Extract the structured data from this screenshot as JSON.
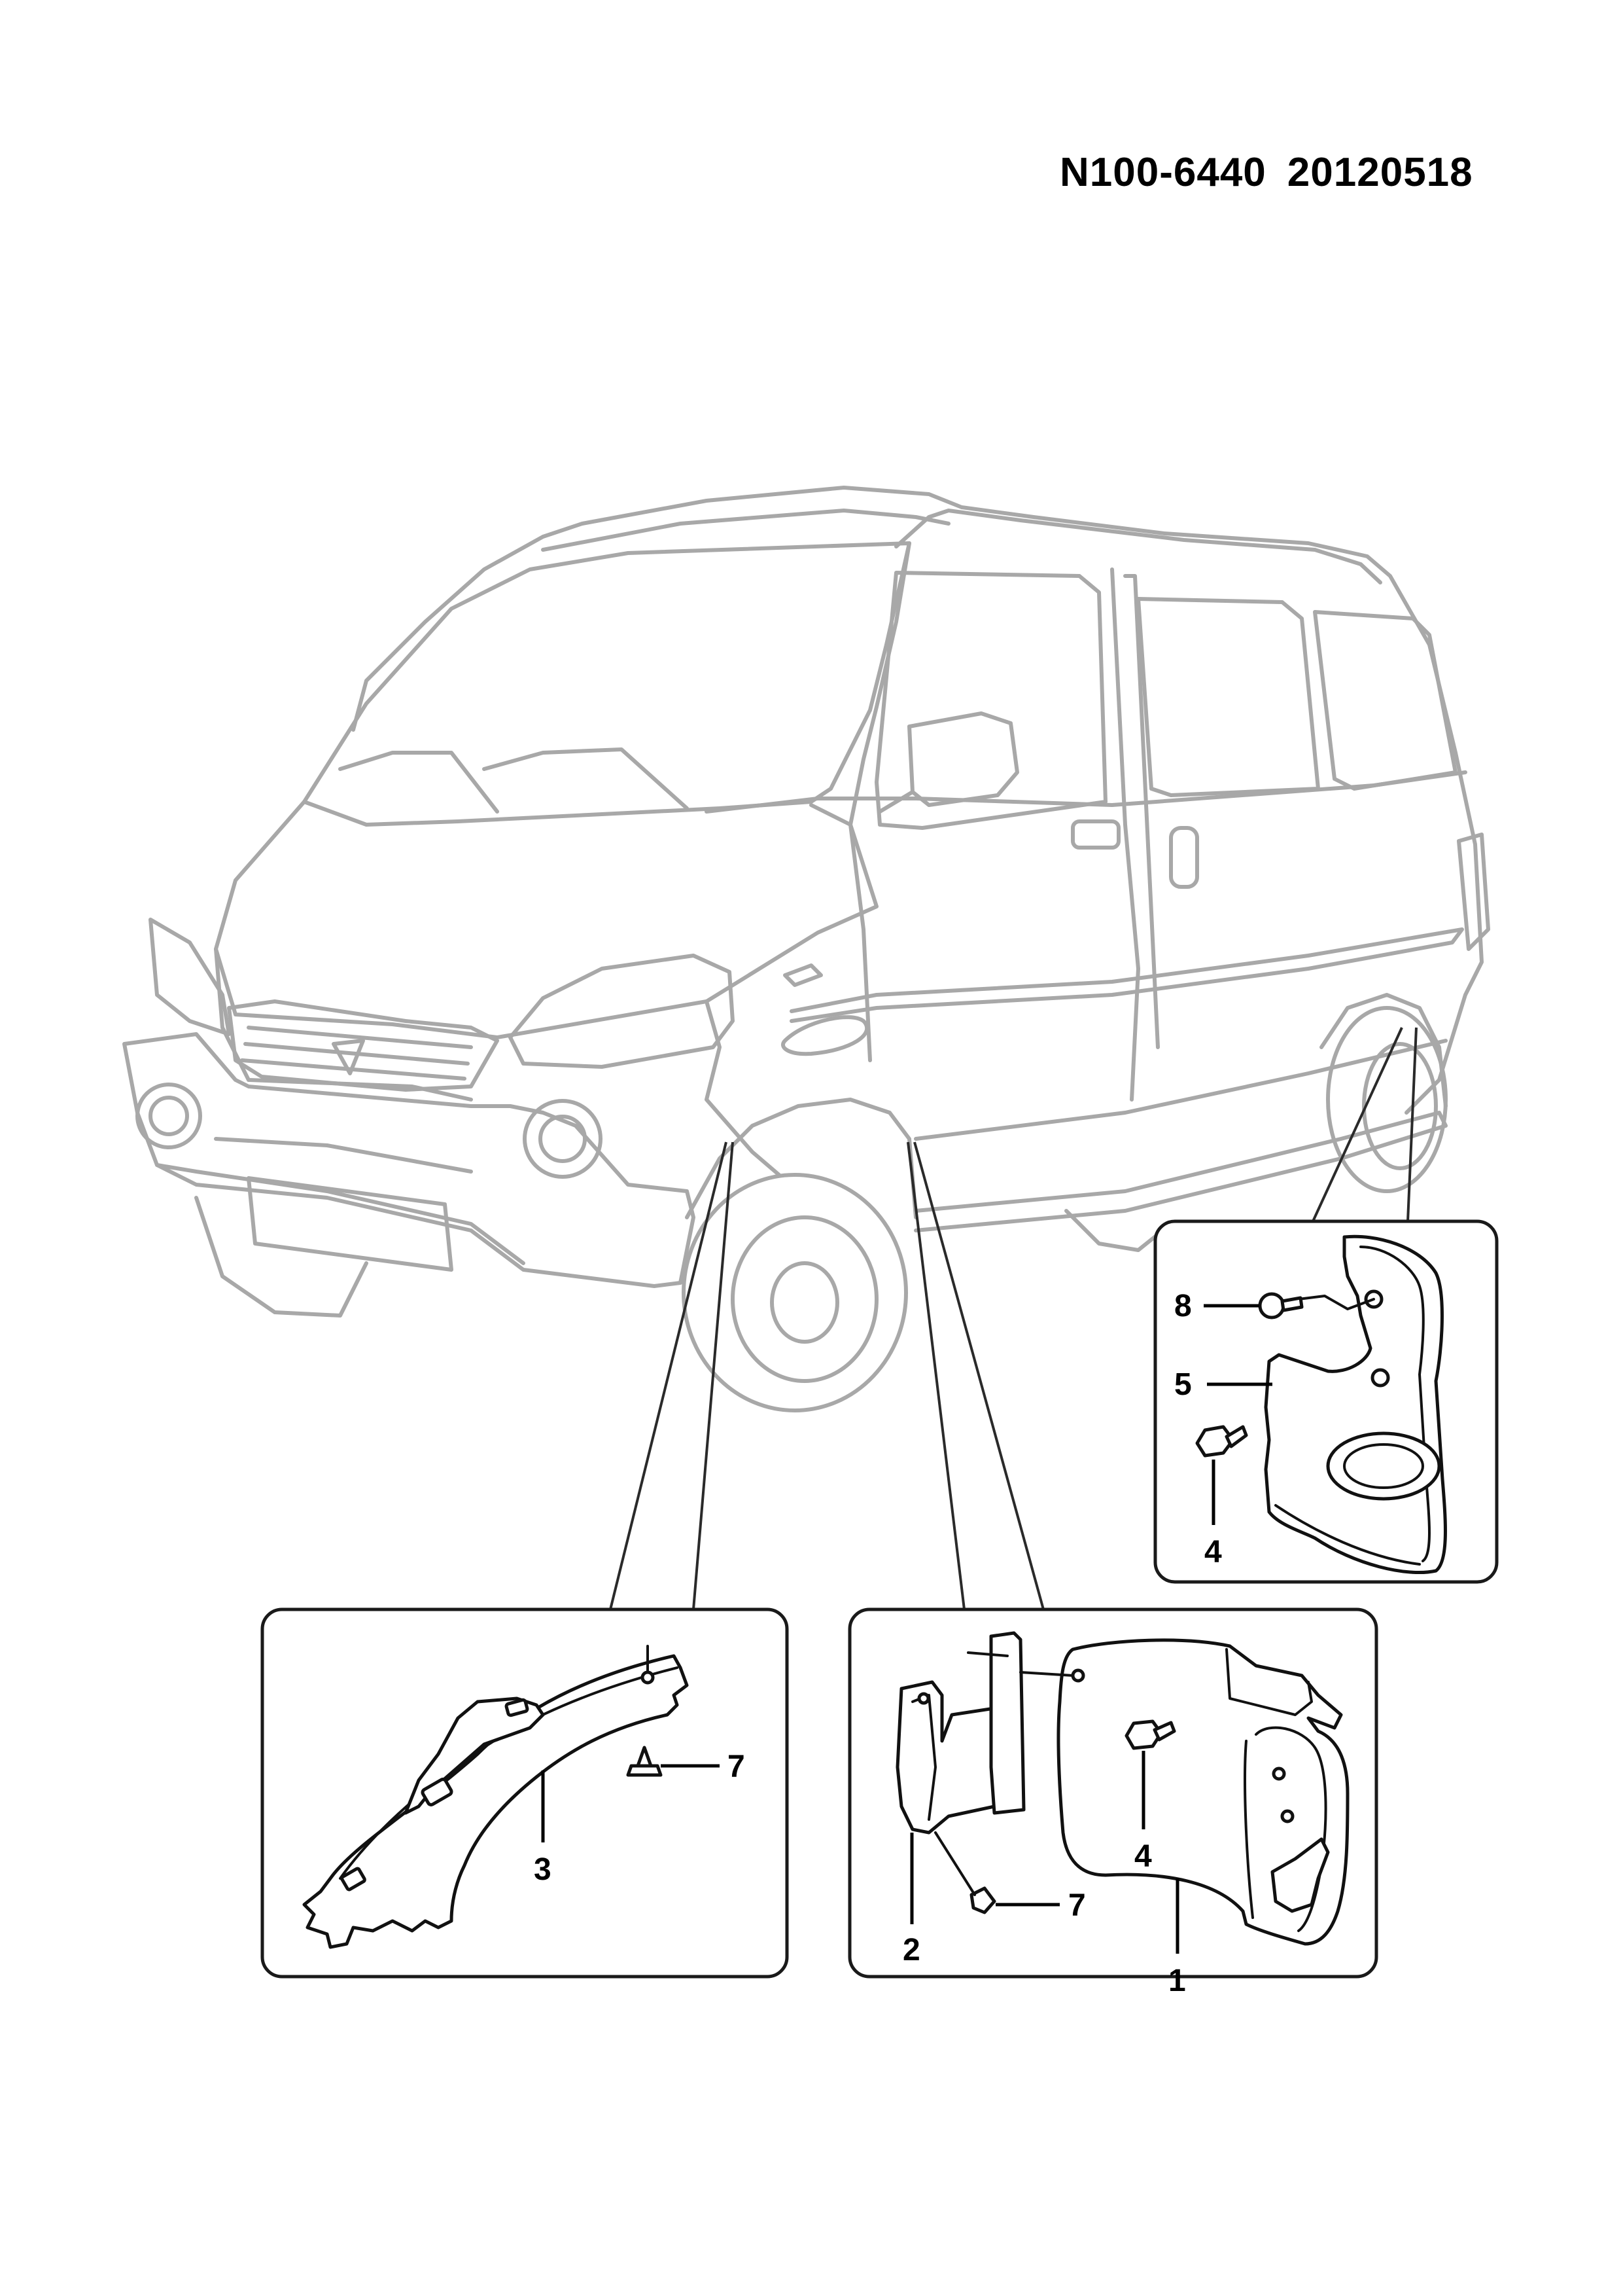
{
  "header": {
    "part_number": "N100-6440",
    "date_code": "20120518"
  },
  "callouts": {
    "detail_rear_mudflap": {
      "item_8": "8",
      "item_5": "5",
      "item_4": "4"
    },
    "detail_front_wheelhouse_liner": {
      "item_7": "7",
      "item_3": "3"
    },
    "detail_front_mudflap": {
      "item_7": "7",
      "item_4": "4",
      "item_2": "2",
      "item_1": "1"
    }
  },
  "colors": {
    "van_outline": "#a8a8a8",
    "parts_line": "#111111",
    "frame_line": "#1a1a1a",
    "text": "#000000"
  }
}
